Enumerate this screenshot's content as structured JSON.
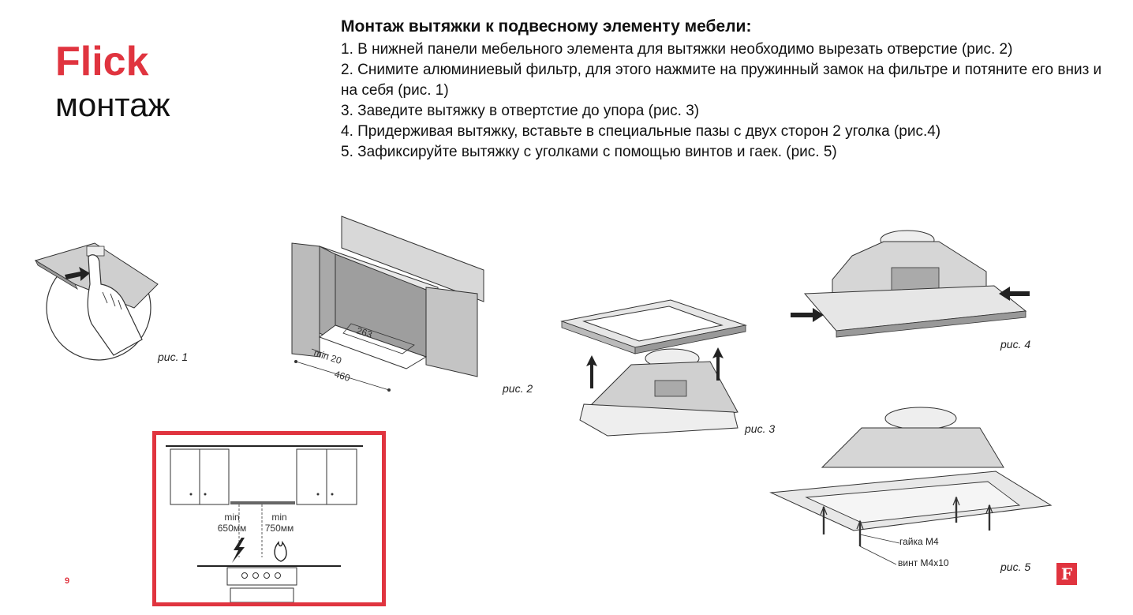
{
  "brand": {
    "name": "Flick",
    "subtitle": "монтаж"
  },
  "instructions": {
    "title": "Монтаж вытяжки к подвесному элементу мебели:",
    "steps": [
      "1. В нижней панели мебельного элемента для вытяжки необходимо вырезать отверстие (рис. 2)",
      "2. Снимите алюминиевый фильтр, для этого нажмите на пружинный замок на фильтре и потяните его вниз и на себя (рис. 1)",
      "3. Заведите вытяжку в отвертстие до упора (рис. 3)",
      "4. Придерживая вытяжку, вставьте в специальные пазы с двух сторон 2 уголка (рис.4)",
      "5. Зафиксируйте вытяжку с уголками с помощью винтов и гаек. (рис. 5)"
    ]
  },
  "figures": {
    "fig1": {
      "caption": "рис. 1"
    },
    "fig2": {
      "caption": "рис. 2",
      "dim_depth": "263",
      "dim_min_label": "min 20",
      "dim_width": "460"
    },
    "fig3": {
      "caption": "рис. 3"
    },
    "fig4": {
      "caption": "рис. 4"
    },
    "fig5": {
      "caption": "рис. 5",
      "nut_label": "гайка М4",
      "screw_label": "винт М4х10"
    }
  },
  "clearance": {
    "electric_min": "min",
    "electric_value": "650мм",
    "gas_min": "min",
    "gas_value": "750мм"
  },
  "footer": {
    "page_number": "9",
    "logo_letter": "F"
  },
  "colors": {
    "accent": "#e0343f",
    "text": "#111111"
  }
}
